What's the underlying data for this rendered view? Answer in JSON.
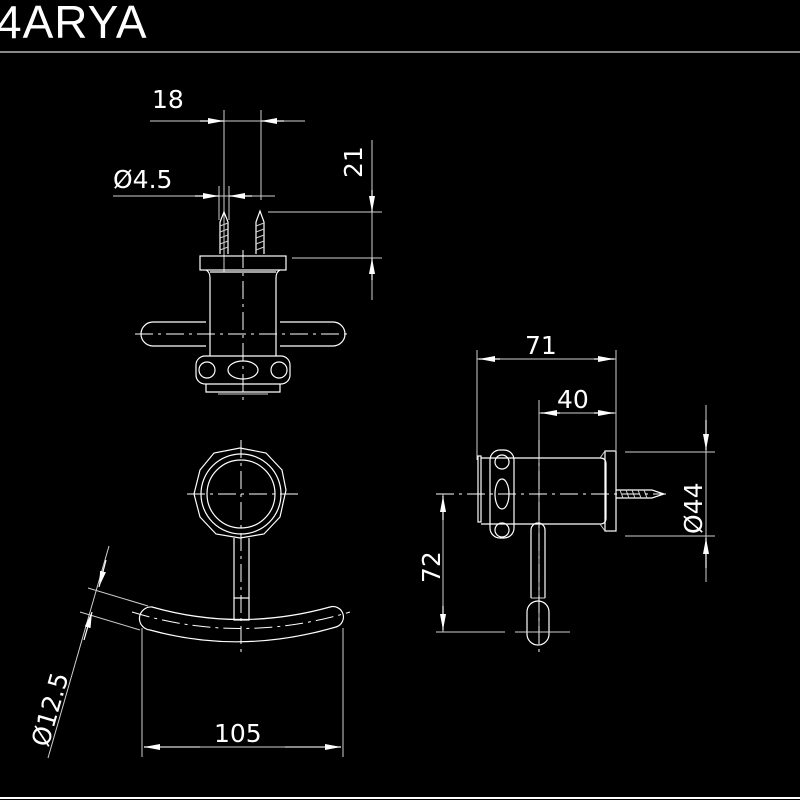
{
  "title": "4ARYA",
  "drawing": {
    "type": "technical-drawing",
    "subject": "double robe hook",
    "views": {
      "top_view": {
        "dimensions": {
          "screw_spacing": "18",
          "screw_diameter": "Ø4.5",
          "screw_length": "21"
        }
      },
      "side_view": {
        "dimensions": {
          "overall_depth": "71",
          "hook_offset": "40",
          "base_diameter": "Ø44",
          "hook_drop": "72"
        }
      },
      "front_view": {
        "dimensions": {
          "hook_tube_diameter": "Ø12.5",
          "hook_width": "105"
        }
      }
    }
  },
  "colors": {
    "background": "#000000",
    "line": "#ffffff",
    "header_rule": "#8a8a8a"
  }
}
